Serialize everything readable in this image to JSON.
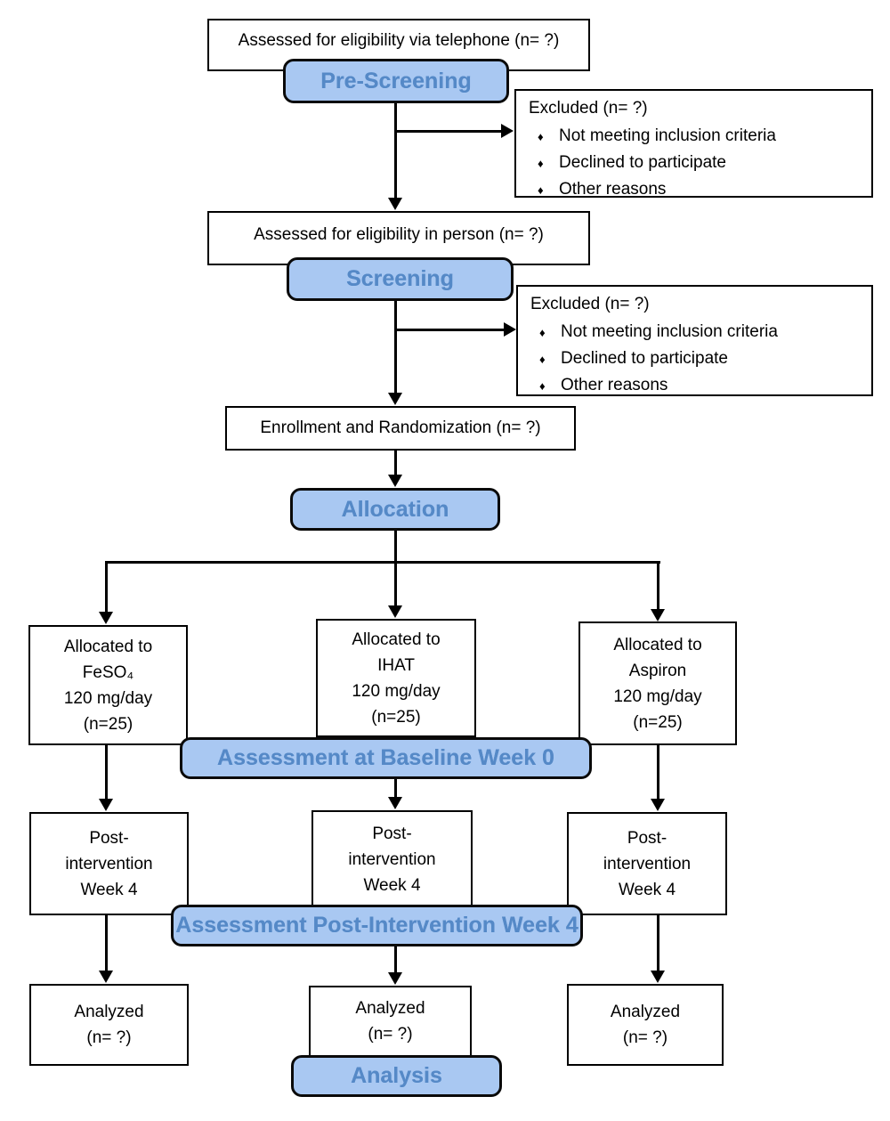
{
  "colors": {
    "node_fill": "#A9C8F2",
    "node_text": "#5589C7",
    "node_border": "#000000",
    "line": "#000000",
    "background": "#ffffff"
  },
  "flow": {
    "prescreening": {
      "assess_box": "Assessed for eligibility via telephone (n= ?)",
      "stage_label": "Pre-Screening",
      "excluded": {
        "title": "Excluded  (n= ?)",
        "bullet": "♦",
        "items": [
          "Not meeting inclusion criteria",
          "Declined to participate",
          "Other reasons"
        ]
      }
    },
    "screening": {
      "assess_box": "Assessed for eligibility in person (n= ?)",
      "stage_label": "Screening",
      "excluded": {
        "title": "Excluded  (n= ?)",
        "bullet": "♦",
        "items": [
          "Not meeting inclusion criteria",
          "Declined to participate",
          "Other reasons"
        ]
      }
    },
    "enrollment_box": "Enrollment and Randomization (n= ?)",
    "allocation": {
      "stage_label": "Allocation",
      "arms": [
        {
          "lines": [
            "Allocated to",
            "FeSO₄",
            "120 mg/day",
            "(n=25)"
          ]
        },
        {
          "lines": [
            "Allocated to",
            "IHAT",
            "120 mg/day",
            "(n=25)"
          ]
        },
        {
          "lines": [
            "Allocated to",
            "Aspiron",
            "120 mg/day",
            "(n=25)"
          ]
        }
      ]
    },
    "baseline_bar": "Assessment at Baseline Week 0",
    "post_intervention": {
      "boxes": [
        {
          "lines": [
            "Post-",
            "intervention",
            "Week 4"
          ]
        },
        {
          "lines": [
            "Post-",
            "intervention",
            "Week 4"
          ]
        },
        {
          "lines": [
            "Post-",
            "intervention",
            "Week 4"
          ]
        }
      ],
      "bar": "Assessment Post-Intervention Week 4"
    },
    "analysis": {
      "boxes": [
        {
          "lines": [
            "Analyzed",
            "(n= ?)"
          ]
        },
        {
          "lines": [
            "Analyzed",
            "(n= ?)"
          ]
        },
        {
          "lines": [
            "Analyzed",
            "(n= ?)"
          ]
        }
      ],
      "stage_label": "Analysis"
    }
  }
}
